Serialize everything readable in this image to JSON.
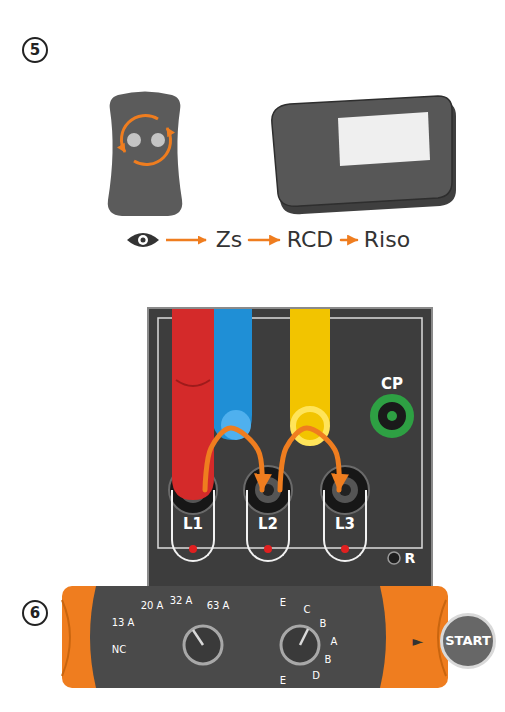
{
  "diagram": {
    "nodes": [
      {
        "text": [
          "5"
        ]
      },
      {
        "text": [
          "Zs"
        ]
      },
      {
        "text": [
          "RCD"
        ]
      },
      {
        "text": [
          "Riso"
        ]
      },
      {
        "text": [
          "L1"
        ]
      },
      {
        "text": [
          "L2"
        ]
      },
      {
        "text": [
          "L3"
        ]
      },
      {
        "text": [
          "6"
        ]
      },
      {
        "text": [
          "START"
        ]
      }
    ],
    "edges": [
      {
        "from": 1,
        "to": 2,
        "arrow": "to"
      },
      {
        "from": 2,
        "to": 3,
        "arrow": "to"
      },
      {
        "from": 4,
        "to": 5,
        "arrow": "to"
      },
      {
        "from": 5,
        "to": 6,
        "arrow": "to"
      }
    ],
    "labels": [
      "CP",
      "R",
      "20 A",
      "32 A",
      "63 A",
      "13 A",
      "NC",
      "E",
      "C",
      "B",
      "A",
      "B",
      "E",
      "D",
      "►"
    ]
  }
}
